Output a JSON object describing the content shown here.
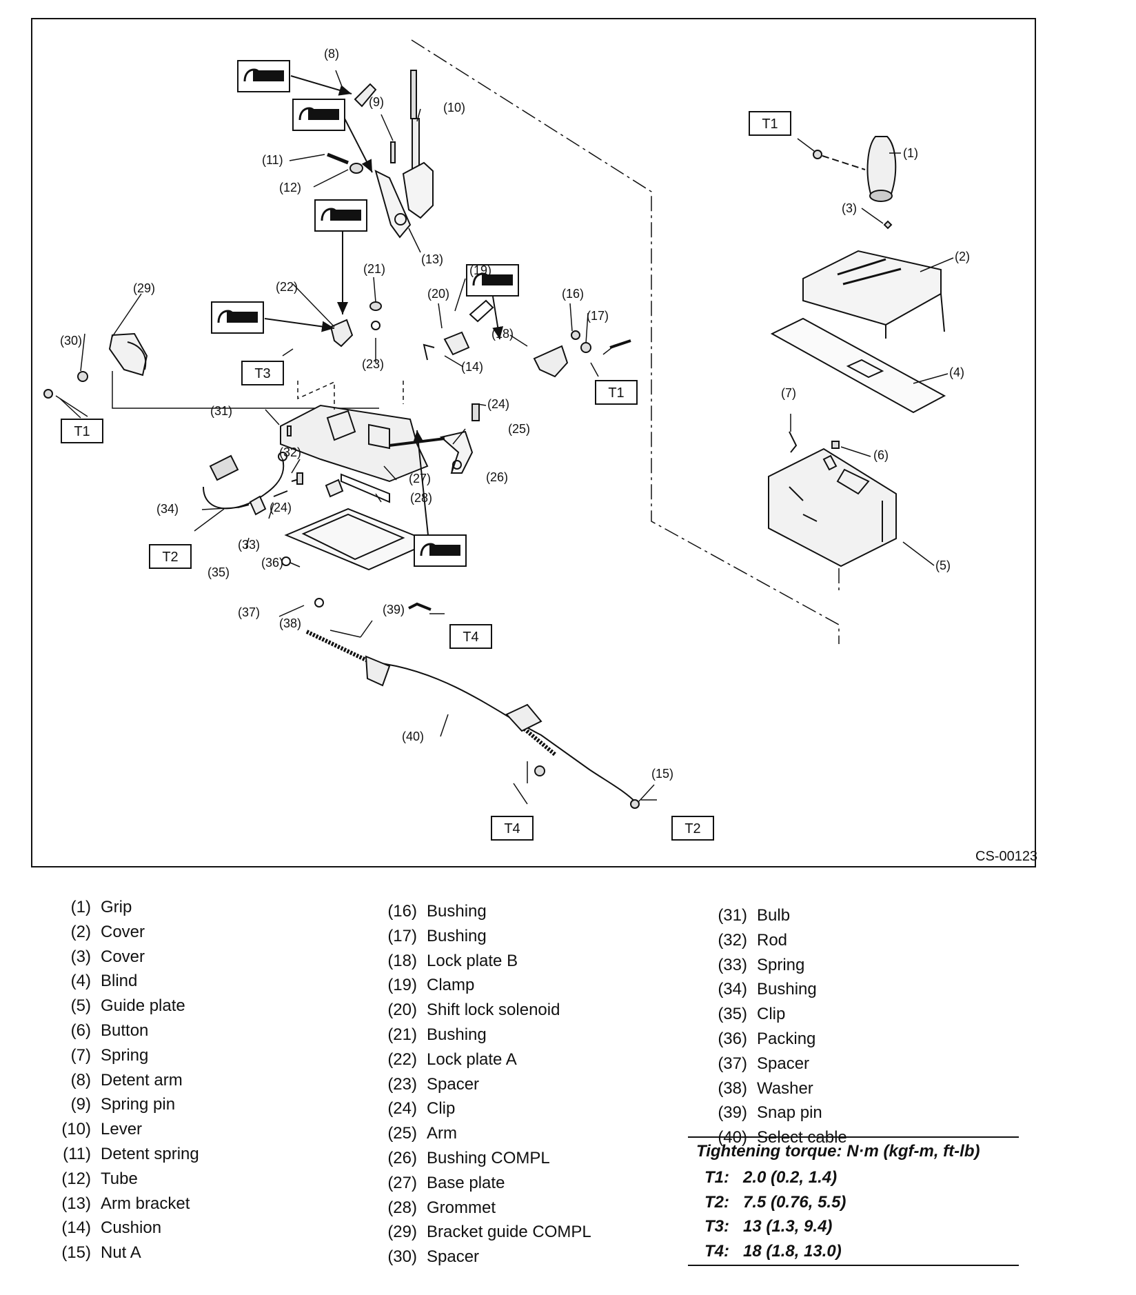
{
  "figure_code": "CS-00123",
  "callouts": {
    "p1": "(1)",
    "p2": "(2)",
    "p3": "(3)",
    "p4": "(4)",
    "p5": "(5)",
    "p6": "(6)",
    "p7": "(7)",
    "p8": "(8)",
    "p9": "(9)",
    "p10": "(10)",
    "p11": "(11)",
    "p12": "(12)",
    "p13": "(13)",
    "p14": "(14)",
    "p15": "(15)",
    "p16": "(16)",
    "p17": "(17)",
    "p18": "(18)",
    "p19": "(19)",
    "p20": "(20)",
    "p21": "(21)",
    "p22": "(22)",
    "p23": "(23)",
    "p24a": "(24)",
    "p24b": "(24)",
    "p25": "(25)",
    "p26": "(26)",
    "p27": "(27)",
    "p28": "(28)",
    "p29": "(29)",
    "p30": "(30)",
    "p31": "(31)",
    "p32": "(32)",
    "p33": "(33)",
    "p34": "(34)",
    "p35": "(35)",
    "p36": "(36)",
    "p37": "(37)",
    "p38": "(38)",
    "p39": "(39)",
    "p40": "(40)"
  },
  "torque_boxes": {
    "t1_knob": "T1",
    "t1_left": "T1",
    "t1_right": "T1",
    "t2_left": "T2",
    "t2_cable": "T2",
    "t3": "T3",
    "t4_top": "T4",
    "t4_bottom": "T4"
  },
  "legend": [
    {
      "num": "(1)",
      "name": "Grip"
    },
    {
      "num": "(2)",
      "name": "Cover"
    },
    {
      "num": "(3)",
      "name": "Cover"
    },
    {
      "num": "(4)",
      "name": "Blind"
    },
    {
      "num": "(5)",
      "name": "Guide plate"
    },
    {
      "num": "(6)",
      "name": "Button"
    },
    {
      "num": "(7)",
      "name": "Spring"
    },
    {
      "num": "(8)",
      "name": "Detent arm"
    },
    {
      "num": "(9)",
      "name": "Spring pin"
    },
    {
      "num": "(10)",
      "name": "Lever"
    },
    {
      "num": "(11)",
      "name": "Detent spring"
    },
    {
      "num": "(12)",
      "name": "Tube"
    },
    {
      "num": "(13)",
      "name": "Arm bracket"
    },
    {
      "num": "(14)",
      "name": "Cushion"
    },
    {
      "num": "(15)",
      "name": "Nut A"
    },
    {
      "num": "(16)",
      "name": "Bushing"
    },
    {
      "num": "(17)",
      "name": "Bushing"
    },
    {
      "num": "(18)",
      "name": "Lock plate B"
    },
    {
      "num": "(19)",
      "name": "Clamp"
    },
    {
      "num": "(20)",
      "name": "Shift lock solenoid"
    },
    {
      "num": "(21)",
      "name": "Bushing"
    },
    {
      "num": "(22)",
      "name": "Lock plate A"
    },
    {
      "num": "(23)",
      "name": "Spacer"
    },
    {
      "num": "(24)",
      "name": "Clip"
    },
    {
      "num": "(25)",
      "name": "Arm"
    },
    {
      "num": "(26)",
      "name": "Bushing COMPL"
    },
    {
      "num": "(27)",
      "name": "Base plate"
    },
    {
      "num": "(28)",
      "name": "Grommet"
    },
    {
      "num": "(29)",
      "name": "Bracket guide COMPL"
    },
    {
      "num": "(30)",
      "name": "Spacer"
    },
    {
      "num": "(31)",
      "name": "Bulb"
    },
    {
      "num": "(32)",
      "name": "Rod"
    },
    {
      "num": "(33)",
      "name": "Spring"
    },
    {
      "num": "(34)",
      "name": "Bushing"
    },
    {
      "num": "(35)",
      "name": "Clip"
    },
    {
      "num": "(36)",
      "name": "Packing"
    },
    {
      "num": "(37)",
      "name": "Spacer"
    },
    {
      "num": "(38)",
      "name": "Washer"
    },
    {
      "num": "(39)",
      "name": "Snap pin"
    },
    {
      "num": "(40)",
      "name": "Select cable"
    }
  ],
  "torque": {
    "title": "Tightening torque: N·m (kgf-m, ft-lb)",
    "rows": [
      {
        "key": "T1:",
        "value": "2.0 (0.2, 1.4)"
      },
      {
        "key": "T2:",
        "value": "7.5 (0.76, 5.5)"
      },
      {
        "key": "T3:",
        "value": "13 (1.3, 9.4)"
      },
      {
        "key": "T4:",
        "value": "18 (1.8, 13.0)"
      }
    ]
  }
}
